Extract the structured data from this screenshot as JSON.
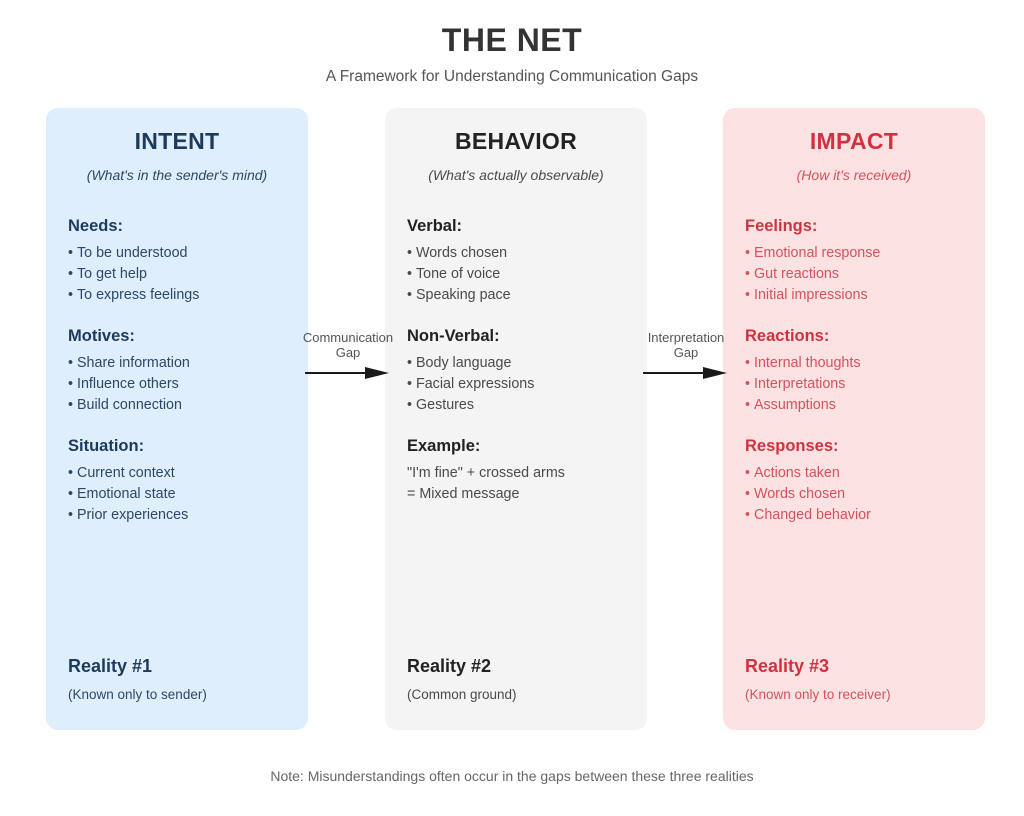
{
  "header": {
    "title": "THE NET",
    "subtitle": "A Framework for Understanding Communication Gaps"
  },
  "colors": {
    "intent_panel": "#dfeefc",
    "intent_text": "#1b3a5c",
    "behavior_panel": "#f4f4f5",
    "behavior_text": "#222222",
    "impact_panel": "#fde2e4",
    "impact_text": "#cf3340",
    "page_background": "#ffffff"
  },
  "columns": [
    {
      "id": "intent",
      "title": "INTENT",
      "subtitle": "(What's in the sender's mind)",
      "groups": [
        {
          "title": "Needs:",
          "items": [
            "To be understood",
            "To get help",
            "To express feelings"
          ]
        },
        {
          "title": "Motives:",
          "items": [
            "Share information",
            "Influence others",
            "Build connection"
          ]
        },
        {
          "title": "Situation:",
          "items": [
            "Current context",
            "Emotional state",
            "Prior experiences"
          ]
        }
      ],
      "reality": {
        "title": "Reality #1",
        "subtitle": "(Known only to sender)"
      }
    },
    {
      "id": "behavior",
      "title": "BEHAVIOR",
      "subtitle": "(What's actually observable)",
      "groups": [
        {
          "title": "Verbal:",
          "items": [
            "Words chosen",
            "Tone of voice",
            "Speaking pace"
          ]
        },
        {
          "title": "Non-Verbal:",
          "items": [
            "Body language",
            "Facial expressions",
            "Gestures"
          ]
        },
        {
          "title": "Example:",
          "lines": [
            "\"I'm fine\" + crossed arms",
            "= Mixed message"
          ]
        }
      ],
      "reality": {
        "title": "Reality #2",
        "subtitle": "(Common ground)"
      }
    },
    {
      "id": "impact",
      "title": "IMPACT",
      "subtitle": "(How it's received)",
      "groups": [
        {
          "title": "Feelings:",
          "items": [
            "Emotional response",
            "Gut reactions",
            "Initial impressions"
          ]
        },
        {
          "title": "Reactions:",
          "items": [
            "Internal thoughts",
            "Interpretations",
            "Assumptions"
          ]
        },
        {
          "title": "Responses:",
          "items": [
            "Actions taken",
            "Words chosen",
            "Changed behavior"
          ]
        }
      ],
      "reality": {
        "title": "Reality #3",
        "subtitle": "(Known only to receiver)"
      }
    }
  ],
  "gaps": [
    {
      "id": "communication",
      "line1": "Communication",
      "line2": "Gap"
    },
    {
      "id": "interpretation",
      "line1": "Interpretation",
      "line2": "Gap"
    }
  ],
  "footer": {
    "note": "Note: Misunderstandings often occur in the gaps between these three realities"
  }
}
